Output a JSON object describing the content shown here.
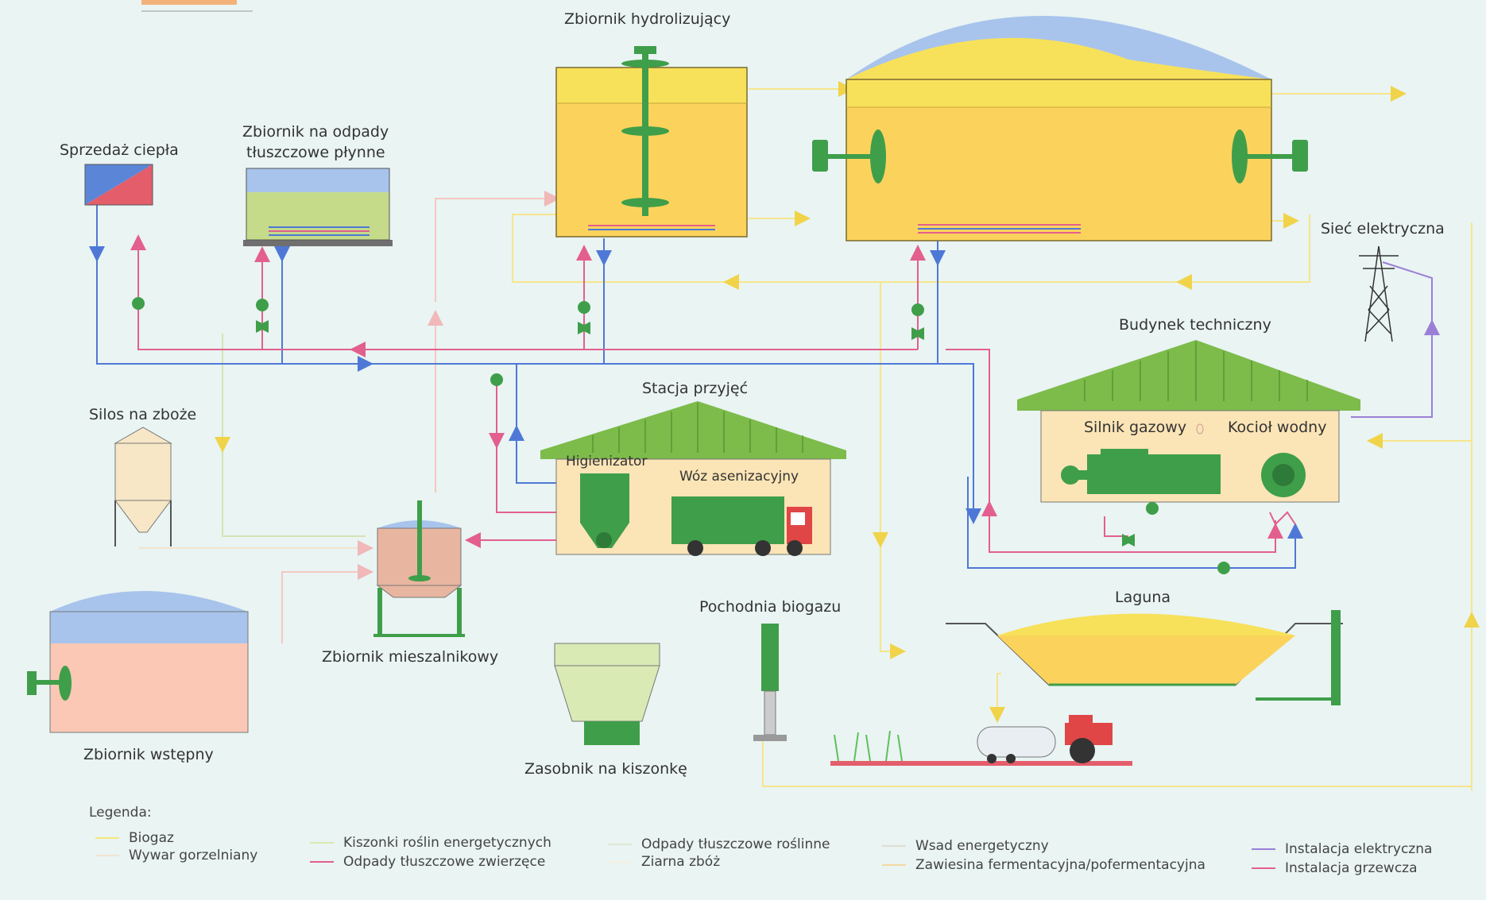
{
  "labels": {
    "hydrolysis_tank": "Zbiornik hydrolizujący",
    "fat_waste_tank_line1": "Zbiornik na odpady",
    "fat_waste_tank_line2": "tłuszczowe płynne",
    "heat_sale": "Sprzedaż ciepła",
    "power_grid": "Sieć elektryczna",
    "technical_building": "Budynek techniczny",
    "gas_engine": "Silnik gazowy",
    "water_boiler": "Kocioł wodny",
    "reception_station": "Stacja przyjęć",
    "hygienizer": "Higienizator",
    "vacuum_truck": "Wóz asenizacyjny",
    "grain_silo": "Silos na zboże",
    "mixing_tank": "Zbiornik mieszalnikowy",
    "pre_tank": "Zbiornik wstępny",
    "silage_hopper": "Zasobnik na kiszonkę",
    "biogas_flare": "Pochodnia biogazu",
    "lagoon": "Laguna"
  },
  "legend": {
    "title": "Legenda:",
    "items": [
      {
        "label": "Biogaz",
        "color": "#f5e87a"
      },
      {
        "label": "Wywar gorzelniany",
        "color": "#f3e3cf"
      },
      {
        "label": "Kiszonki roślin energetycznych",
        "color": "#d9e8b0"
      },
      {
        "label": "Odpady tłuszczowe zwierzęce",
        "color": "#e35f8e"
      },
      {
        "label": "Odpady tłuszczowe roślinne",
        "color": "#e0e8d4"
      },
      {
        "label": "Ziarna zbóż",
        "color": "#f6efe0"
      },
      {
        "label": "Wsad energetyczny",
        "color": "#e0ddd0"
      },
      {
        "label": "Zawiesina fermentacyjna/pofermentacyjna",
        "color": "#f2d9a0"
      },
      {
        "label": "Instalacja elektryczna",
        "color": "#9b7fd6"
      },
      {
        "label": "Instalacja grzewcza",
        "color": "#e35f8e"
      }
    ]
  },
  "colors": {
    "background": "#e9f4f3",
    "tank_yellow": "#fbd35c",
    "gas_blue": "#a8c4ec",
    "equipment_green": "#3f9e4a",
    "roof_green": "#7dbb4a",
    "building_fill": "#fbe4b6",
    "heating_red": "#e35f8e",
    "heating_blue": "#4f78d6",
    "biogas_line": "#fbe07a"
  }
}
